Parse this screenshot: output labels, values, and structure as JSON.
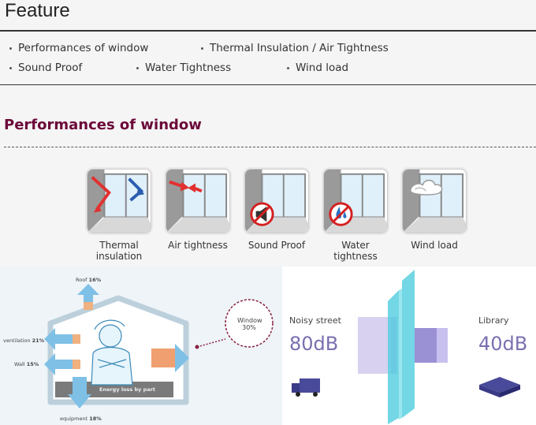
{
  "page": {
    "title": "Feature",
    "features": [
      "Performances of window",
      "Thermal Insulation / Air Tightness",
      "Sound Proof",
      "Water Tightness",
      "Wind load"
    ]
  },
  "section": {
    "title": "Performances of window",
    "icons": [
      {
        "label": "Thermal insulation",
        "icon": "thermal-insulation-icon"
      },
      {
        "label": "Air tightness",
        "icon": "air-tightness-icon"
      },
      {
        "label": "Sound Proof",
        "icon": "sound-proof-icon"
      },
      {
        "label": "Water tightness",
        "icon": "water-tightness-icon"
      },
      {
        "label": "Wind load",
        "icon": "wind-load-icon"
      }
    ]
  },
  "energy_diagram": {
    "roof_label": "Roof",
    "roof_value": "16%",
    "ventilation_label": "ventilation",
    "ventilation_value": "21%",
    "wall_label": "Wall",
    "wall_value": "15%",
    "equipment_label": "equipment",
    "equipment_value": "18%",
    "window_label": "Window",
    "window_value": "30%",
    "caption": "Energy loss by part"
  },
  "sound_diagram": {
    "left_label": "Noisy street",
    "left_value": "80dB",
    "right_label": "Library",
    "right_value": "40dB"
  },
  "colors": {
    "section_title": "#6b0838",
    "db_text": "#7a6fb0",
    "arrow_blue": "#7fc0e6",
    "arrow_orange": "#f0a070",
    "glass": "#5ad0e0"
  }
}
